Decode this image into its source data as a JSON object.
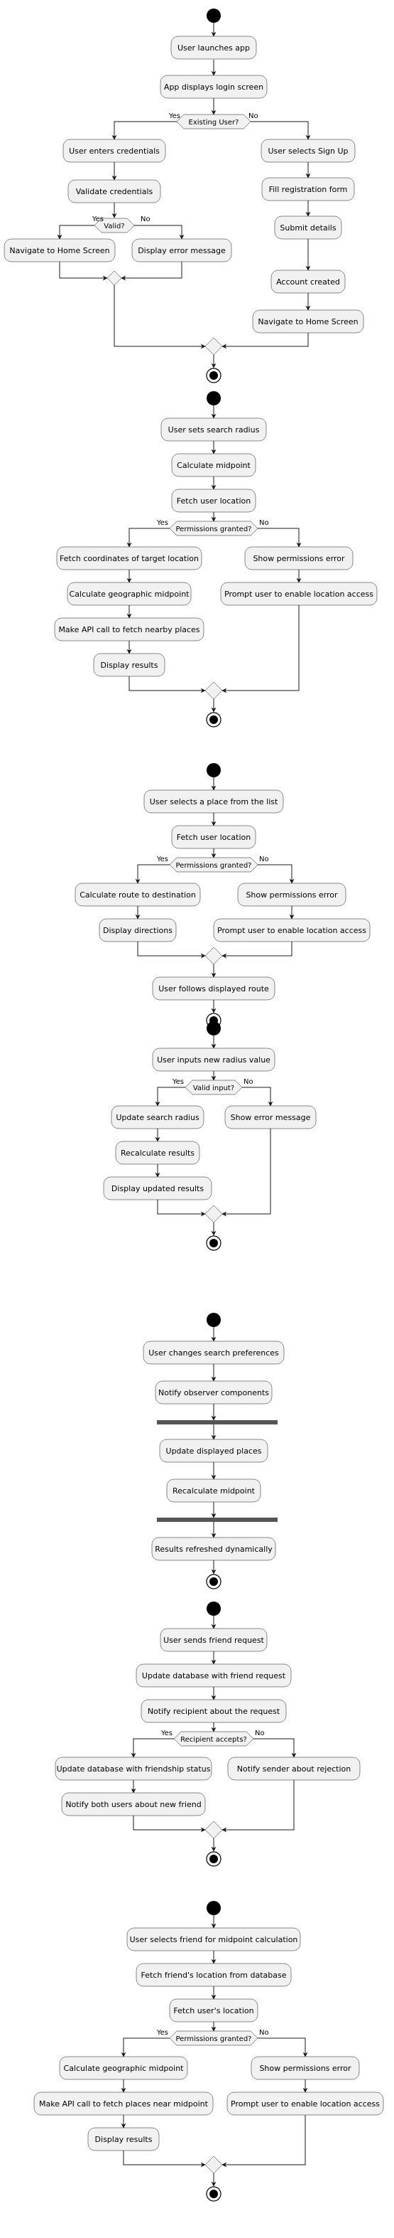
{
  "colors": {
    "fill": "#f1f1f1",
    "stroke": "#181818",
    "start": "#000000"
  },
  "diagrams": [
    {
      "steps": [
        "User launches app",
        "App displays login screen"
      ],
      "decision": {
        "label": "Existing User?",
        "yes": "Yes",
        "no": "No",
        "yes_branch": [
          "User enters credentials",
          "Validate credentials"
        ],
        "nested": {
          "label": "Valid?",
          "yes": "Yes",
          "no": "No",
          "yes_branch": [
            "Navigate to Home Screen"
          ],
          "no_branch": [
            "Display error message"
          ]
        },
        "no_branch": [
          "User selects Sign Up",
          "Fill registration form",
          "Submit details",
          "Account created",
          "Navigate to Home Screen"
        ]
      }
    },
    {
      "steps": [
        "User sets search radius",
        "Calculate midpoint",
        "Fetch user location"
      ],
      "decision": {
        "label": "Permissions granted?",
        "yes": "Yes",
        "no": "No",
        "yes_branch": [
          "Fetch coordinates of target location",
          "Calculate geographic midpoint",
          "Make API call to fetch nearby places",
          "Display results"
        ],
        "no_branch": [
          "Show permissions error",
          "Prompt user to enable location access"
        ]
      }
    },
    {
      "steps": [
        "User selects a place from the list",
        "Fetch user location"
      ],
      "decision": {
        "label": "Permissions granted?",
        "yes": "Yes",
        "no": "No",
        "yes_branch": [
          "Calculate route to destination",
          "Display directions"
        ],
        "no_branch": [
          "Show permissions error",
          "Prompt user to enable location access"
        ]
      },
      "after": [
        "User follows displayed route"
      ]
    },
    {
      "steps": [
        "User inputs new radius value"
      ],
      "decision": {
        "label": "Valid input?",
        "yes": "Yes",
        "no": "No",
        "yes_branch": [
          "Update search radius",
          "Recalculate results",
          "Display updated results"
        ],
        "no_branch": [
          "Show error message"
        ]
      }
    },
    {
      "steps": [
        "User changes search preferences",
        "Notify observer components"
      ],
      "fork": [
        "Update displayed places",
        "Recalculate midpoint"
      ],
      "after": [
        "Results refreshed dynamically"
      ]
    },
    {
      "steps": [
        "User sends friend request",
        "Update database with friend request",
        "Notify recipient about the request"
      ],
      "decision": {
        "label": "Recipient accepts?",
        "yes": "Yes",
        "no": "No",
        "yes_branch": [
          "Update database with friendship status",
          "Notify both users about new friend"
        ],
        "no_branch": [
          "Notify sender about rejection"
        ]
      }
    },
    {
      "steps": [
        "User selects friend for midpoint calculation",
        "Fetch friend's location from database",
        "Fetch user's location"
      ],
      "decision": {
        "label": "Permissions granted?",
        "yes": "Yes",
        "no": "No",
        "yes_branch": [
          "Calculate geographic midpoint",
          "Make API call to fetch places near midpoint",
          "Display results"
        ],
        "no_branch": [
          "Show permissions error",
          "Prompt user to enable location access"
        ]
      }
    }
  ]
}
